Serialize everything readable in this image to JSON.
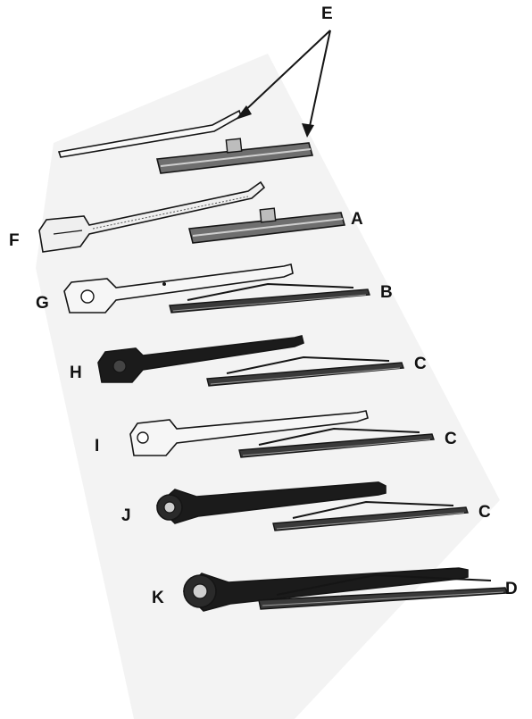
{
  "labels": {
    "E": "E",
    "F": "F",
    "A": "A",
    "G": "G",
    "B": "B",
    "H": "H",
    "C1": "C",
    "I": "I",
    "C2": "C",
    "J": "J",
    "C3": "C",
    "K": "K",
    "D": "D"
  },
  "colors": {
    "ink": "#151515",
    "paper": "#ffffff",
    "backdrop": "#f1f1f1",
    "metal_light": "#f2f2f2",
    "metal_dark": "#1b1b1b"
  }
}
